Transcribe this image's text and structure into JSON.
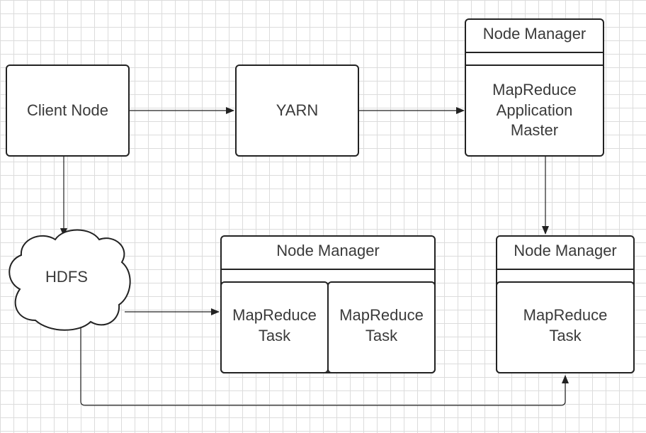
{
  "colors": {
    "stroke": "#222222",
    "text": "#3a3a3a",
    "grid": "#dcdcdc",
    "background": "#ffffff"
  },
  "nodes": {
    "client_node": "Client Node",
    "yarn": "YARN",
    "hdfs": "HDFS",
    "app_master_container": {
      "header": "Node Manager",
      "body": [
        "MapReduce",
        "Application",
        "Master"
      ]
    },
    "task_container_left": {
      "header": "Node Manager",
      "task_1": [
        "MapReduce",
        "Task"
      ],
      "task_2": [
        "MapReduce",
        "Task"
      ]
    },
    "task_container_right": {
      "header": "Node Manager",
      "task_1": [
        "MapReduce",
        "Task"
      ]
    }
  }
}
